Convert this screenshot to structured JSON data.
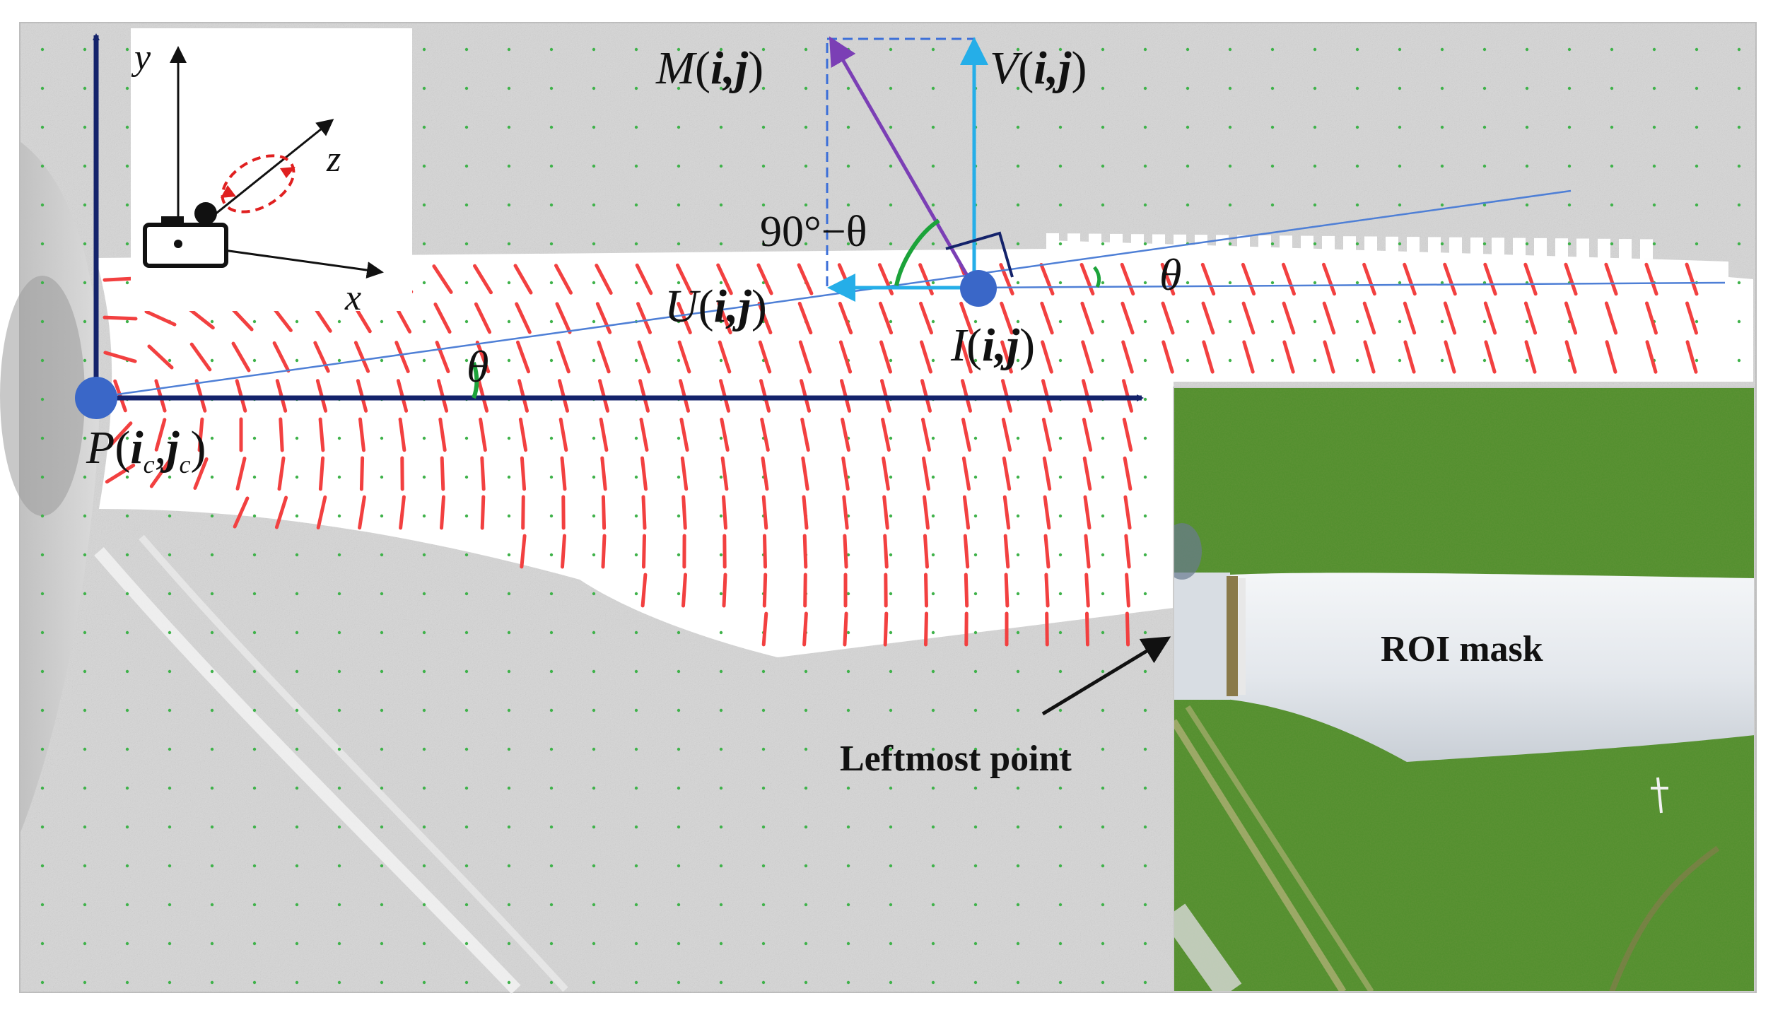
{
  "labels": {
    "axis_y": "y",
    "axis_z": "z",
    "axis_x": "x",
    "M_prefix": "M",
    "V_prefix": "V",
    "U_prefix": "U",
    "I_prefix": "I",
    "P_prefix": "P",
    "ij": "i,j",
    "paren_open": "(",
    "paren_close": ")",
    "i_base": "i",
    "j_base": "j",
    "sub_c": "c",
    "comma": ",",
    "angle_complement": "90°−θ",
    "theta": "θ",
    "roi_mask": "ROI mask",
    "leftmost_point": "Leftmost point"
  },
  "colors": {
    "axis_navy": "#14236b",
    "marker_blue": "#3a67c8",
    "thin_line_blue": "#4e7fd6",
    "vector_M_purple": "#7b3fb5",
    "vector_UV_cyan": "#25aee8",
    "arc_green": "#1ca33a",
    "orientation_red": "#f24040",
    "grid_dot_green": "#3fb24a",
    "rotation_red": "#e02020",
    "dashed_blue": "#3c6fd8",
    "grass_green": "#4f8f2c"
  },
  "icons": {
    "camera": "camera-icon",
    "rotation": "rotation-arrow-icon"
  }
}
